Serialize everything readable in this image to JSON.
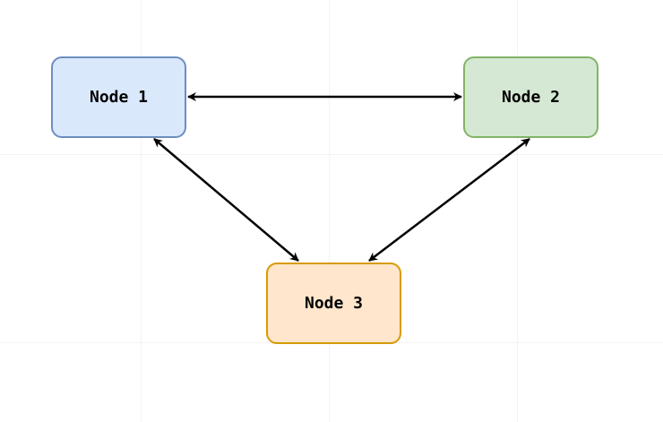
{
  "nodes": [
    {
      "id": "node1",
      "label": "Node 1",
      "fill": "#dae8fc",
      "stroke": "#6c8ebf"
    },
    {
      "id": "node2",
      "label": "Node 2",
      "fill": "#d5e8d4",
      "stroke": "#82b366"
    },
    {
      "id": "node3",
      "label": "Node 3",
      "fill": "#ffe6cc",
      "stroke": "#d79b00"
    }
  ],
  "edges": [
    {
      "from": "node1",
      "to": "node2",
      "direction": "both"
    },
    {
      "from": "node1",
      "to": "node3",
      "direction": "both"
    },
    {
      "from": "node2",
      "to": "node3",
      "direction": "both"
    }
  ],
  "colors": {
    "edge": "#000000",
    "background": "#ffffff",
    "grid": "#f3f3f3"
  }
}
